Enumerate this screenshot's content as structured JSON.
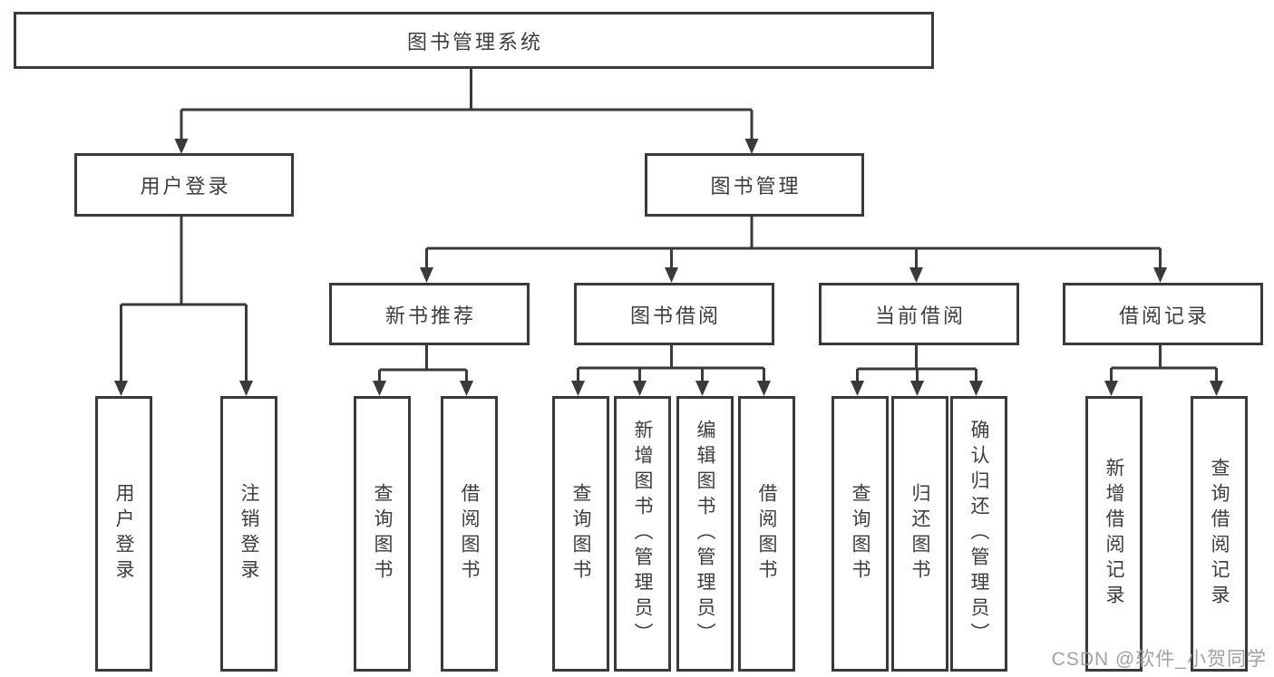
{
  "tree": {
    "root": "图书管理系统",
    "user_login": {
      "label": "用户登录",
      "children": {
        "login": "用户登录",
        "logout": "注销登录"
      }
    },
    "book_management": {
      "label": "图书管理",
      "modules": {
        "new_book_recommend": {
          "label": "新书推荐",
          "children": {
            "query_books": "查询图书",
            "borrow_books": "借阅图书"
          }
        },
        "book_borrowing": {
          "label": "图书借阅",
          "children": {
            "query_books": "查询图书",
            "add_books": "新增图书（管理员）",
            "edit_books": "编辑图书（管理员）",
            "borrow_books": "借阅图书"
          }
        },
        "current_borrowing": {
          "label": "当前借阅",
          "children": {
            "query_books": "查询图书",
            "return_books": "归还图书",
            "confirm_return": "确认归还（管理员）"
          }
        },
        "borrowing_records": {
          "label": "借阅记录",
          "children": {
            "add_record": "新增借阅记录",
            "query_record": "查询借阅记录"
          }
        }
      }
    }
  },
  "watermark": "CSDN @软件_小贺同学",
  "colors": {
    "line": "#3a3a3a",
    "text": "#3d3d3d",
    "box_background": "#ffffff",
    "watermark": "#98989f"
  }
}
